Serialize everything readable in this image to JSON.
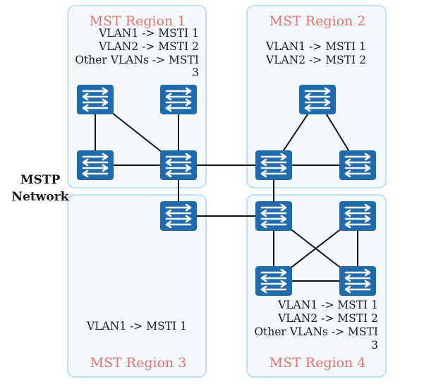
{
  "network_label": [
    "MSTP",
    "Network"
  ],
  "regions": [
    {
      "id": "r1",
      "title": "MST Region 1",
      "mappings": [
        "VLAN1 -> MSTI 1",
        "VLAN2 -> MSTI 2",
        "Other VLANs -> MSTI",
        "3"
      ]
    },
    {
      "id": "r2",
      "title": "MST Region 2",
      "mappings": [
        "VLAN1 -> MSTI 1",
        "VLAN2 -> MSTI 2"
      ]
    },
    {
      "id": "r3",
      "title": "MST Region 3",
      "mappings": [
        "VLAN1 -> MSTI 1"
      ]
    },
    {
      "id": "r4",
      "title": "MST Region 4",
      "mappings": [
        "VLAN1 -> MSTI 1",
        "VLAN2 -> MSTI 2",
        "Other VLANs -> MSTI",
        "3"
      ]
    }
  ],
  "devices": [
    {
      "id": "r1-top-left",
      "icon": "switch-icon"
    },
    {
      "id": "r1-top-right",
      "icon": "switch-icon"
    },
    {
      "id": "r1-bottom-left",
      "icon": "switch-icon"
    },
    {
      "id": "r1-bottom-right",
      "icon": "switch-icon"
    },
    {
      "id": "r2-top",
      "icon": "switch-icon"
    },
    {
      "id": "r2-bottom-left",
      "icon": "switch-icon"
    },
    {
      "id": "r2-bottom-right",
      "icon": "switch-icon"
    },
    {
      "id": "r3-switch",
      "icon": "switch-icon"
    },
    {
      "id": "r4-top-left",
      "icon": "switch-icon"
    },
    {
      "id": "r4-top-right",
      "icon": "switch-icon"
    },
    {
      "id": "r4-bottom-left",
      "icon": "switch-icon"
    },
    {
      "id": "r4-bottom-right",
      "icon": "switch-icon"
    }
  ],
  "links": [
    [
      "r1-top-left",
      "r1-bottom-left"
    ],
    [
      "r1-top-left",
      "r1-bottom-right"
    ],
    [
      "r1-top-right",
      "r1-bottom-right"
    ],
    [
      "r1-bottom-left",
      "r1-bottom-right"
    ],
    [
      "r1-bottom-right",
      "r2-bottom-left"
    ],
    [
      "r1-bottom-right",
      "r3-switch"
    ],
    [
      "r2-top",
      "r2-bottom-left"
    ],
    [
      "r2-top",
      "r2-bottom-right"
    ],
    [
      "r2-bottom-left",
      "r2-bottom-right"
    ],
    [
      "r2-bottom-left",
      "r4-top-left"
    ],
    [
      "r3-switch",
      "r4-top-left"
    ],
    [
      "r4-top-left",
      "r4-bottom-left"
    ],
    [
      "r4-top-left",
      "r4-bottom-right"
    ],
    [
      "r4-top-right",
      "r4-bottom-left"
    ],
    [
      "r4-top-right",
      "r4-bottom-right"
    ],
    [
      "r4-bottom-left",
      "r4-bottom-right"
    ]
  ],
  "colors": {
    "region_fill": "#f3f9fd",
    "region_border": "#a9dcef",
    "region_title": "#e8736a",
    "switch": "#1e6bb0",
    "link": "#111111"
  }
}
